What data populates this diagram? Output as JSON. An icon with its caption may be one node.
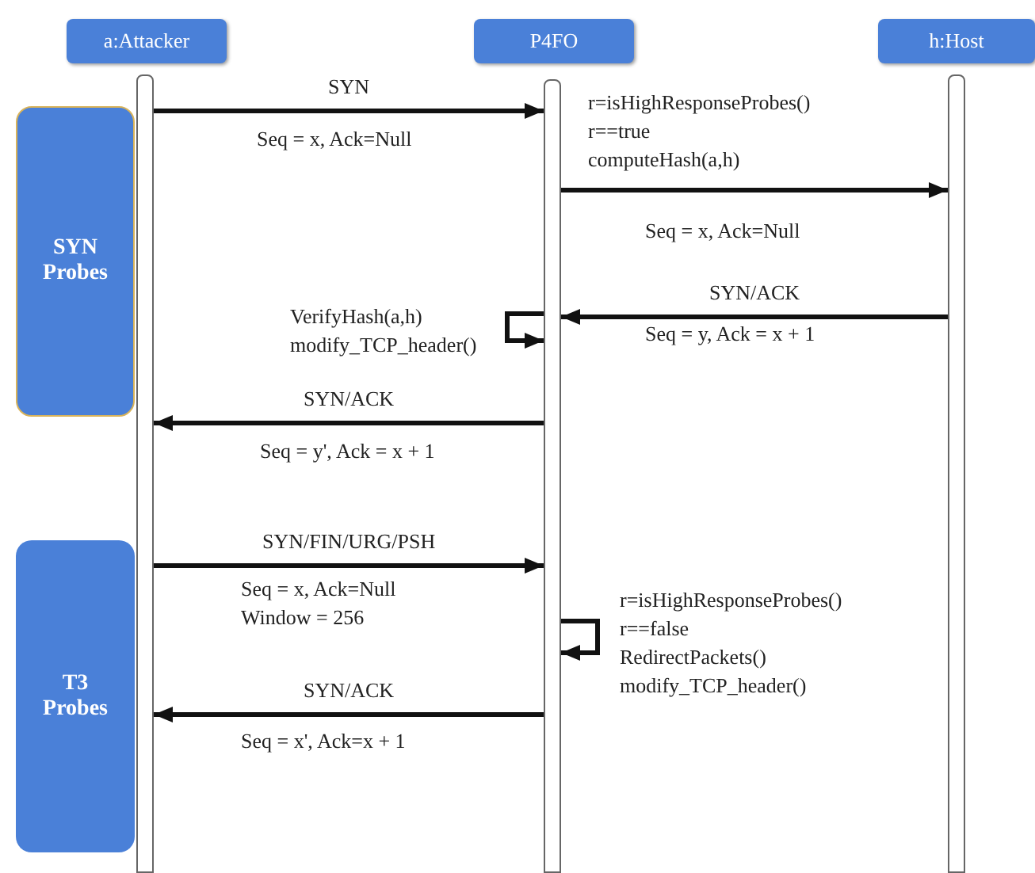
{
  "diagram": {
    "nodes": [
      {
        "text": [
          "a:Attacker"
        ]
      },
      {
        "text": [
          "P4FO"
        ]
      },
      {
        "text": [
          "h:Host"
        ]
      },
      {
        "text": [],
        "shape": "bar"
      },
      {
        "text": [],
        "shape": "bar"
      },
      {
        "text": [],
        "shape": "bar"
      },
      {
        "text": [
          "SYN Probes"
        ]
      },
      {
        "text": [
          "T3 Probes"
        ]
      }
    ],
    "edges": [
      {
        "from": 3,
        "to": 4,
        "arrow": "to",
        "label": "SYN"
      },
      {
        "from": 4,
        "to": 5,
        "arrow": "to"
      },
      {
        "from": 5,
        "to": 4,
        "arrow": "to",
        "label": "SYN/ACK"
      },
      {
        "from": 4,
        "to": 4,
        "arrow": "to"
      },
      {
        "from": 4,
        "to": 3,
        "arrow": "to",
        "label": "SYN/ACK"
      },
      {
        "from": 3,
        "to": 4,
        "arrow": "to",
        "label": "SYN/FIN/URG/PSH"
      },
      {
        "from": 4,
        "to": 4,
        "arrow": "to"
      },
      {
        "from": 4,
        "to": 3,
        "arrow": "to",
        "label": "SYN/ACK"
      }
    ],
    "labels": [
      "r=isHighResponseProbes()",
      "Seq = x, Ack=Null",
      "r==true",
      "computeHash(a,h)",
      "Seq = x, Ack=Null",
      "VerifyHash(a,h)",
      "Seq = y, Ack = x + 1",
      "modify_TCP_header()",
      "Seq = y', Ack = x + 1",
      "Seq = x, Ack=Null",
      "Window = 256",
      "r=isHighResponseProbes()",
      "r==false",
      "RedirectPackets()",
      "modify_TCP_header()",
      "Seq = x', Ack=x + 1"
    ]
  }
}
